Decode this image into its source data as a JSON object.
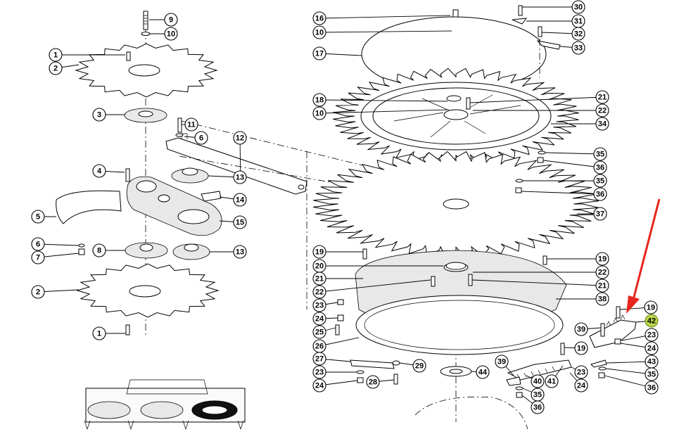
{
  "diagram": {
    "colors": {
      "line": "#000000",
      "highlight": "#b6d44a",
      "arrow": "#e8261c",
      "background": "#ffffff"
    },
    "highlighted_part": "42",
    "callouts": [
      {
        "id": "c9",
        "label": "9"
      },
      {
        "id": "c10a",
        "label": "10"
      },
      {
        "id": "c1a",
        "label": "1"
      },
      {
        "id": "c2a",
        "label": "2"
      },
      {
        "id": "c3",
        "label": "3"
      },
      {
        "id": "c11",
        "label": "11"
      },
      {
        "id": "c6a",
        "label": "6"
      },
      {
        "id": "c12",
        "label": "12"
      },
      {
        "id": "c4",
        "label": "4"
      },
      {
        "id": "c13a",
        "label": "13"
      },
      {
        "id": "c14",
        "label": "14"
      },
      {
        "id": "c5",
        "label": "5"
      },
      {
        "id": "c15",
        "label": "15"
      },
      {
        "id": "c6b",
        "label": "6"
      },
      {
        "id": "c7",
        "label": "7"
      },
      {
        "id": "c8",
        "label": "8"
      },
      {
        "id": "c13b",
        "label": "13"
      },
      {
        "id": "c2b",
        "label": "2"
      },
      {
        "id": "c1b",
        "label": "1"
      },
      {
        "id": "c16",
        "label": "16"
      },
      {
        "id": "c10b",
        "label": "10"
      },
      {
        "id": "c17",
        "label": "17"
      },
      {
        "id": "c18",
        "label": "18"
      },
      {
        "id": "c10c",
        "label": "10"
      },
      {
        "id": "c30",
        "label": "30"
      },
      {
        "id": "c31",
        "label": "31"
      },
      {
        "id": "c32",
        "label": "32"
      },
      {
        "id": "c33",
        "label": "33"
      },
      {
        "id": "c21a",
        "label": "21"
      },
      {
        "id": "c22a",
        "label": "22"
      },
      {
        "id": "c34",
        "label": "34"
      },
      {
        "id": "c35a",
        "label": "35"
      },
      {
        "id": "c36a",
        "label": "36"
      },
      {
        "id": "c35b",
        "label": "35"
      },
      {
        "id": "c36b",
        "label": "36"
      },
      {
        "id": "c37",
        "label": "37"
      },
      {
        "id": "c19a",
        "label": "19"
      },
      {
        "id": "c20",
        "label": "20"
      },
      {
        "id": "c21b",
        "label": "21"
      },
      {
        "id": "c22b",
        "label": "22"
      },
      {
        "id": "c23a",
        "label": "23"
      },
      {
        "id": "c24a",
        "label": "24"
      },
      {
        "id": "c25",
        "label": "25"
      },
      {
        "id": "c26",
        "label": "26"
      },
      {
        "id": "c27",
        "label": "27"
      },
      {
        "id": "c23b",
        "label": "23"
      },
      {
        "id": "c24b",
        "label": "24"
      },
      {
        "id": "c28",
        "label": "28"
      },
      {
        "id": "c29",
        "label": "29"
      },
      {
        "id": "c19b",
        "label": "19"
      },
      {
        "id": "c22c",
        "label": "22"
      },
      {
        "id": "c21c",
        "label": "21"
      },
      {
        "id": "c38",
        "label": "38"
      },
      {
        "id": "c19c",
        "label": "19"
      },
      {
        "id": "c42",
        "label": "42"
      },
      {
        "id": "c23c",
        "label": "23"
      },
      {
        "id": "c24c",
        "label": "24"
      },
      {
        "id": "c39a",
        "label": "39"
      },
      {
        "id": "c19d",
        "label": "19"
      },
      {
        "id": "c43",
        "label": "43"
      },
      {
        "id": "c35c",
        "label": "35"
      },
      {
        "id": "c36c",
        "label": "36"
      },
      {
        "id": "c44",
        "label": "44"
      },
      {
        "id": "c39b",
        "label": "39"
      },
      {
        "id": "c40",
        "label": "40"
      },
      {
        "id": "c41",
        "label": "41"
      },
      {
        "id": "c23d",
        "label": "23"
      },
      {
        "id": "c24d",
        "label": "24"
      },
      {
        "id": "c35d",
        "label": "35"
      },
      {
        "id": "c36d",
        "label": "36"
      }
    ]
  }
}
